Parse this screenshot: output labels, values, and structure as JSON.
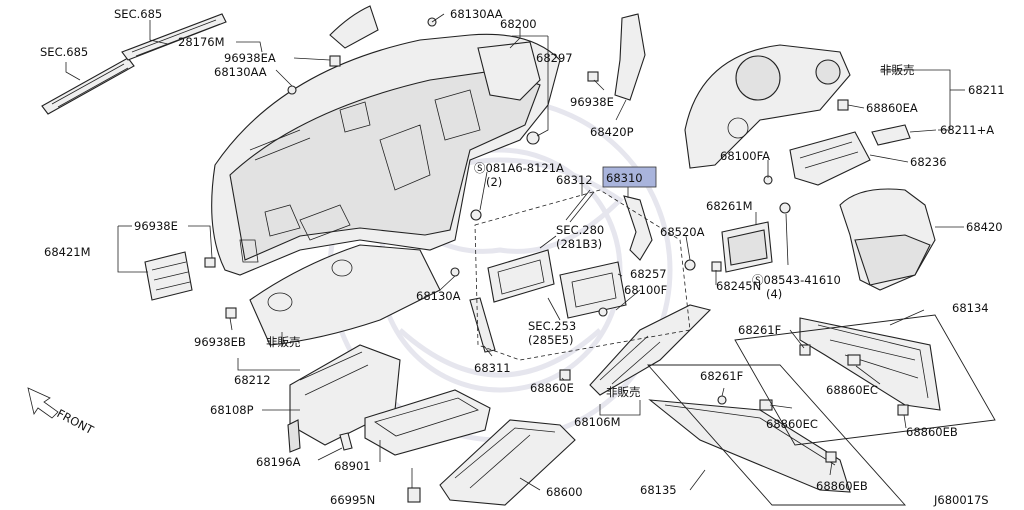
{
  "diagram": {
    "labels": [
      {
        "id": "sec685-a",
        "text": "SEC.685"
      },
      {
        "id": "sec685-b",
        "text": "SEC.685"
      },
      {
        "id": "p68130AA-1",
        "text": "68130AA"
      },
      {
        "id": "p28176M",
        "text": "28176M"
      },
      {
        "id": "p96938EA",
        "text": "96938EA"
      },
      {
        "id": "p68130AA-2",
        "text": "68130AA"
      },
      {
        "id": "p68200",
        "text": "68200"
      },
      {
        "id": "p68297",
        "text": "68297"
      },
      {
        "id": "p96938E-1",
        "text": "96938E"
      },
      {
        "id": "p68420P",
        "text": "68420P"
      },
      {
        "id": "nfs-1",
        "text": "非販売"
      },
      {
        "id": "p68211",
        "text": "68211"
      },
      {
        "id": "p68860EA",
        "text": "68860EA"
      },
      {
        "id": "p68211A",
        "text": "68211+A"
      },
      {
        "id": "p68100FA",
        "text": "68100FA"
      },
      {
        "id": "p68236",
        "text": "68236"
      },
      {
        "id": "p081A6",
        "text": "Ⓢ081A6-8121A"
      },
      {
        "id": "p081A6q",
        "text": "(2)"
      },
      {
        "id": "p68312",
        "text": "68312"
      },
      {
        "id": "p68310",
        "text": "68310"
      },
      {
        "id": "p68261M",
        "text": "68261M"
      },
      {
        "id": "p68420",
        "text": "68420"
      },
      {
        "id": "p96938E-2",
        "text": "96938E"
      },
      {
        "id": "p68421M",
        "text": "68421M"
      },
      {
        "id": "sec280",
        "text": "SEC.280"
      },
      {
        "id": "sec280b",
        "text": "(281B3)"
      },
      {
        "id": "p68520A",
        "text": "68520A"
      },
      {
        "id": "p68257",
        "text": "68257"
      },
      {
        "id": "p68100F",
        "text": "68100F"
      },
      {
        "id": "p68245N",
        "text": "68245N"
      },
      {
        "id": "p08543",
        "text": "Ⓢ08543-41610"
      },
      {
        "id": "p08543q",
        "text": "(4)"
      },
      {
        "id": "p68130A",
        "text": "68130A"
      },
      {
        "id": "sec253",
        "text": "SEC.253"
      },
      {
        "id": "sec253b",
        "text": "(285E5)"
      },
      {
        "id": "p68134",
        "text": "68134"
      },
      {
        "id": "p68261F-1",
        "text": "68261F"
      },
      {
        "id": "p96938EB",
        "text": "96938EB"
      },
      {
        "id": "nfs-2",
        "text": "非販売"
      },
      {
        "id": "p68311",
        "text": "68311"
      },
      {
        "id": "p68212",
        "text": "68212"
      },
      {
        "id": "p68860E",
        "text": "68860E"
      },
      {
        "id": "nfs-3",
        "text": "非販売"
      },
      {
        "id": "p68860EC-1",
        "text": "68860EC"
      },
      {
        "id": "p68261F-2",
        "text": "68261F"
      },
      {
        "id": "front",
        "text": "FRONT"
      },
      {
        "id": "p68108P",
        "text": "68108P"
      },
      {
        "id": "p68106M",
        "text": "68106M"
      },
      {
        "id": "p68860EC-2",
        "text": "68860EC"
      },
      {
        "id": "p68860EB-1",
        "text": "68860EB"
      },
      {
        "id": "p68196A",
        "text": "68196A"
      },
      {
        "id": "p68901",
        "text": "68901"
      },
      {
        "id": "p68600",
        "text": "68600"
      },
      {
        "id": "p68135",
        "text": "68135"
      },
      {
        "id": "p68860EB-2",
        "text": "68860EB"
      },
      {
        "id": "p66995N",
        "text": "66995N"
      },
      {
        "id": "diagram-code",
        "text": "J680017S"
      }
    ]
  },
  "colors": {
    "highlight": "#a9b4dc",
    "line": "#222222"
  }
}
